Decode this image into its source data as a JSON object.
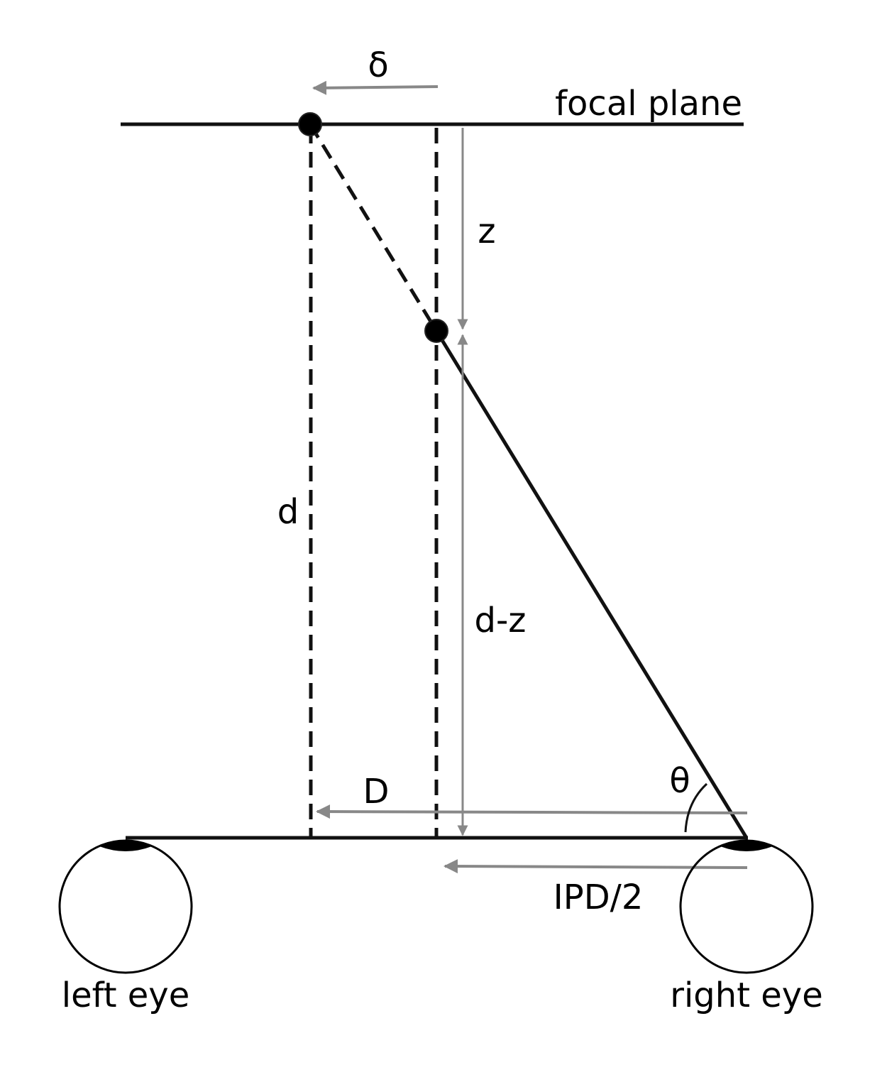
{
  "labels": {
    "delta": "δ",
    "focal_plane": "focal plane",
    "z": "z",
    "d": "d",
    "d_minus_z": "d-z",
    "D": "D",
    "theta": "θ",
    "ipd_half": "IPD/2",
    "left_eye": "left eye",
    "right_eye": "right eye"
  },
  "colors": {
    "line": "#111111",
    "arrow": "#888888"
  }
}
